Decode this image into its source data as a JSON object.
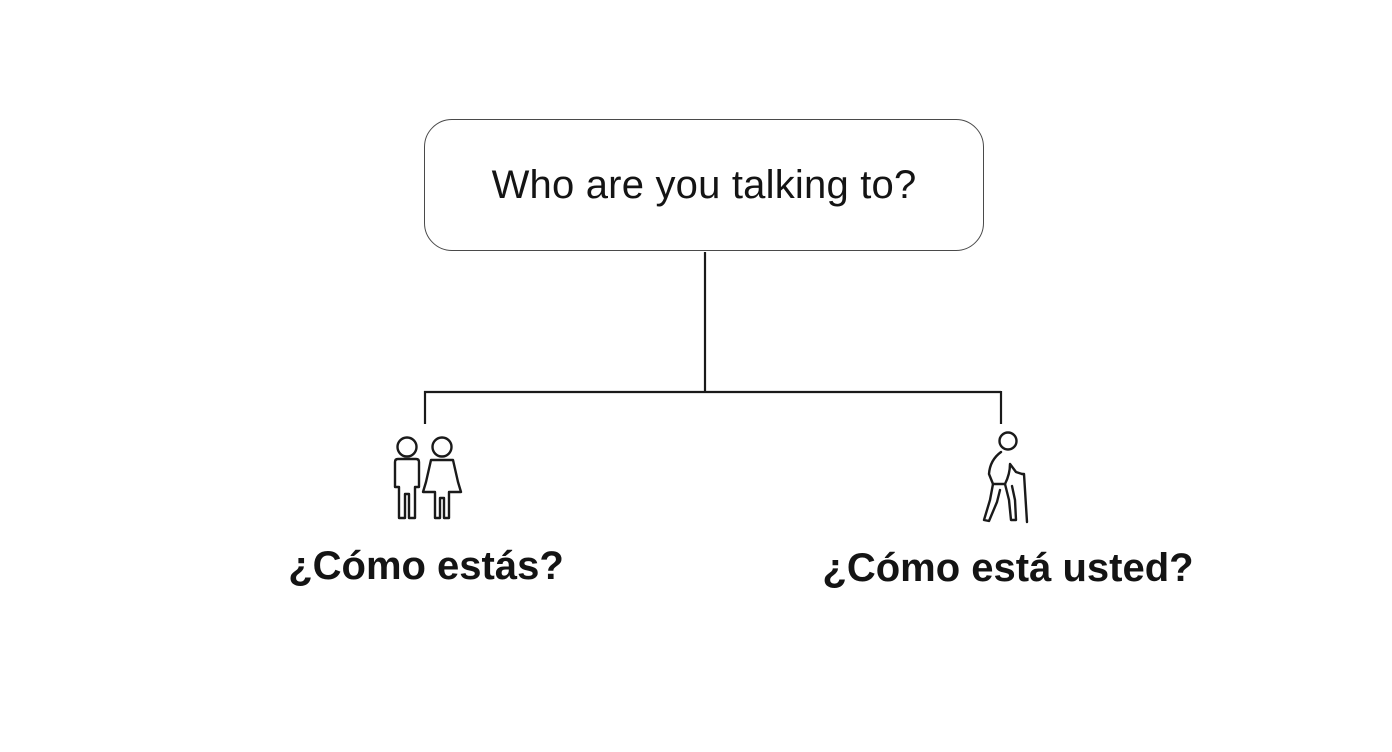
{
  "diagram": {
    "question": "Who are you talking to?",
    "branches": [
      {
        "icon": "two-people-icon",
        "label": "¿Cómo estás?"
      },
      {
        "icon": "elderly-person-with-cane-icon",
        "label": "¿Cómo está usted?"
      }
    ],
    "colors": {
      "line": "#1a1a1a",
      "box_border": "#4a4a4a",
      "text": "#141414",
      "background": "#ffffff"
    }
  }
}
